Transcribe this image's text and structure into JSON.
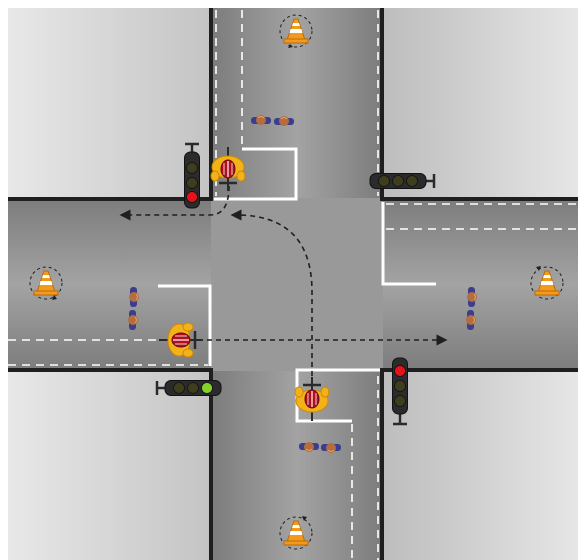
{
  "scene": {
    "kind": "intersection-diagram",
    "colors": {
      "road": "#8c8c8c",
      "road_light": "#a7a7a7",
      "sidewalk": "#cfcfcf",
      "curb": "#1f1f1f",
      "marking": "#ffffff",
      "path": "#1f1f1f",
      "traffic_light_body": "#2b2b2b",
      "signal_red": "#e3121b",
      "signal_green": "#86d22a",
      "signal_off": "#3e3e1f",
      "cone_orange": "#f39a1d",
      "cyclist_jacket": "#f2b21a",
      "cyclist_helmet": "#b0101c",
      "pedestrian_clothes": "#3c3d8c",
      "pedestrian_skin": "#b36d3e"
    },
    "traffic_lights": [
      {
        "id": "north-west",
        "active": "red"
      },
      {
        "id": "north-east",
        "active": "none"
      },
      {
        "id": "south-west",
        "active": "green"
      },
      {
        "id": "south-east",
        "active": "red"
      }
    ],
    "cyclists": [
      {
        "id": "north",
        "facing": "south"
      },
      {
        "id": "west",
        "facing": "east"
      },
      {
        "id": "south",
        "facing": "north"
      }
    ],
    "pedestrians": [
      {
        "id": "north",
        "count": 2
      },
      {
        "id": "west",
        "count": 2
      },
      {
        "id": "east",
        "count": 2
      },
      {
        "id": "south",
        "count": 2
      }
    ],
    "cones": [
      {
        "id": "north"
      },
      {
        "id": "west"
      },
      {
        "id": "east"
      },
      {
        "id": "south"
      }
    ],
    "paths": [
      {
        "id": "north-cyclist-left-turn",
        "shape": "curve"
      },
      {
        "id": "west-cyclist-straight",
        "shape": "straight"
      },
      {
        "id": "south-cyclist-left-turn",
        "shape": "curve"
      }
    ]
  }
}
